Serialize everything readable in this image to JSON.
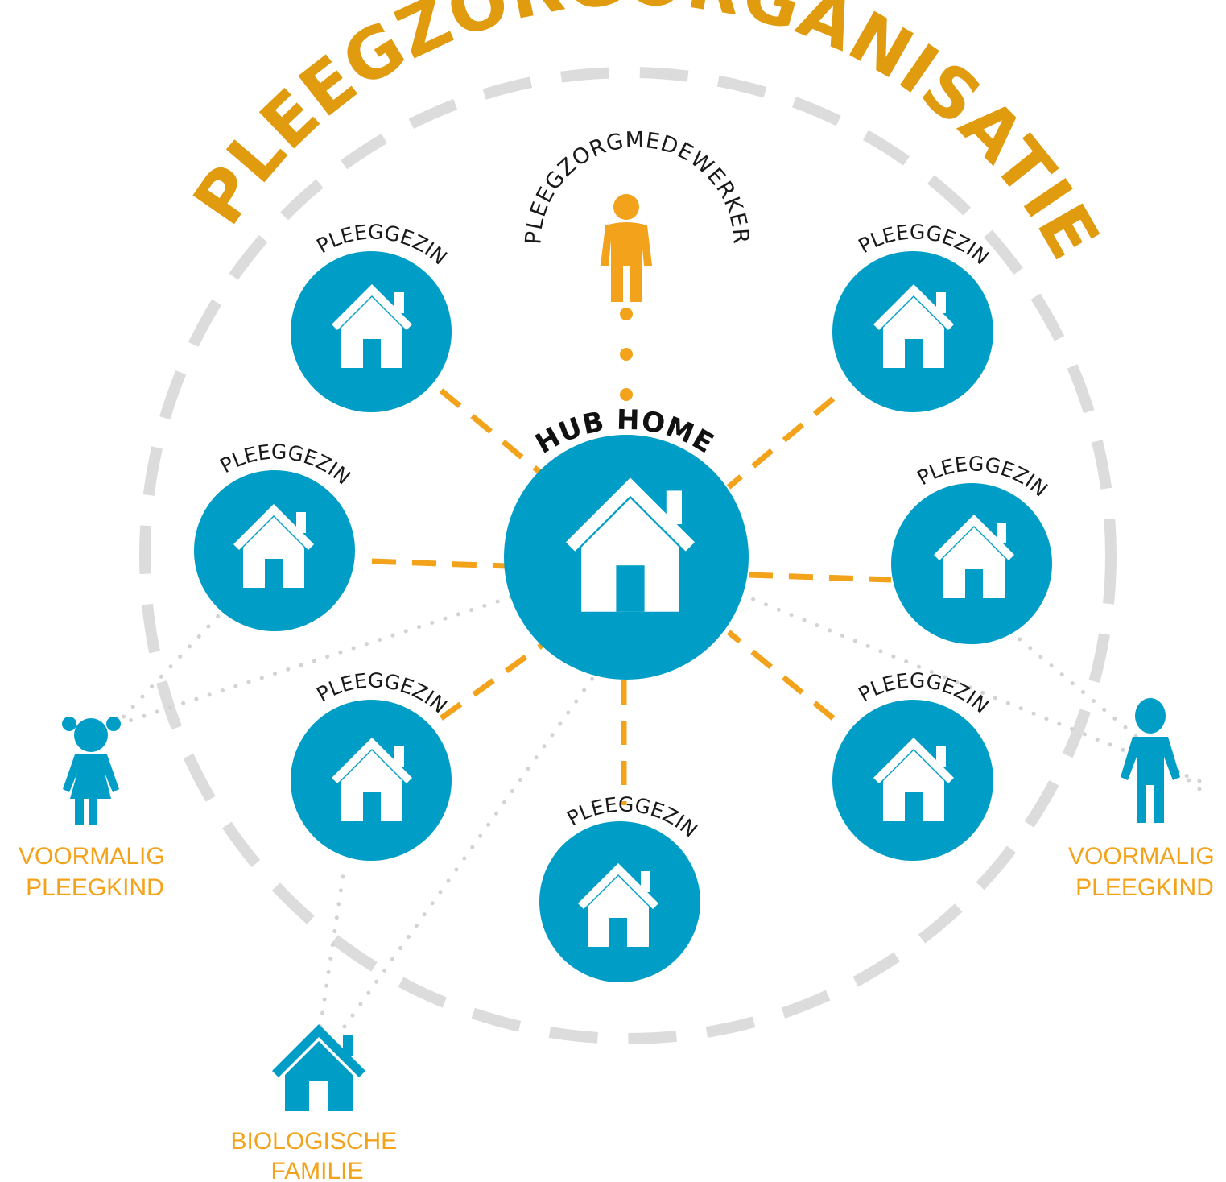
{
  "title": "PLEEGZORGORGANISATIE",
  "staff_label": "PLEEGZORGMEDEWERKER",
  "hub": {
    "label": "HUB HOME",
    "icon": "house-icon"
  },
  "foster_families": [
    {
      "label": "PLEEGGEZIN",
      "icon": "house-icon"
    },
    {
      "label": "PLEEGGEZIN",
      "icon": "house-icon"
    },
    {
      "label": "PLEEGGEZIN",
      "icon": "house-icon"
    },
    {
      "label": "PLEEGGEZIN",
      "icon": "house-icon"
    },
    {
      "label": "PLEEGGEZIN",
      "icon": "house-icon"
    },
    {
      "label": "PLEEGGEZIN",
      "icon": "house-icon"
    },
    {
      "label": "PLEEGGEZIN",
      "icon": "house-icon"
    }
  ],
  "former_foster_child_left": {
    "line1": "VOORMALIG",
    "line2": "PLEEGKIND",
    "icon": "girl-icon"
  },
  "former_foster_child_right": {
    "line1": "VOORMALIG",
    "line2": "PLEEGKIND",
    "icon": "boy-icon"
  },
  "biological_family": {
    "line1": "BIOLOGISCHE",
    "line2": "FAMILIE",
    "icon": "house-icon"
  },
  "colors": {
    "circle_blue": "#009ec6",
    "accent_orange": "#f3a31b",
    "title_orange": "#e09b0e",
    "dashed_gray": "#dcdcdc",
    "dotted_gray": "#d3d3d3"
  }
}
